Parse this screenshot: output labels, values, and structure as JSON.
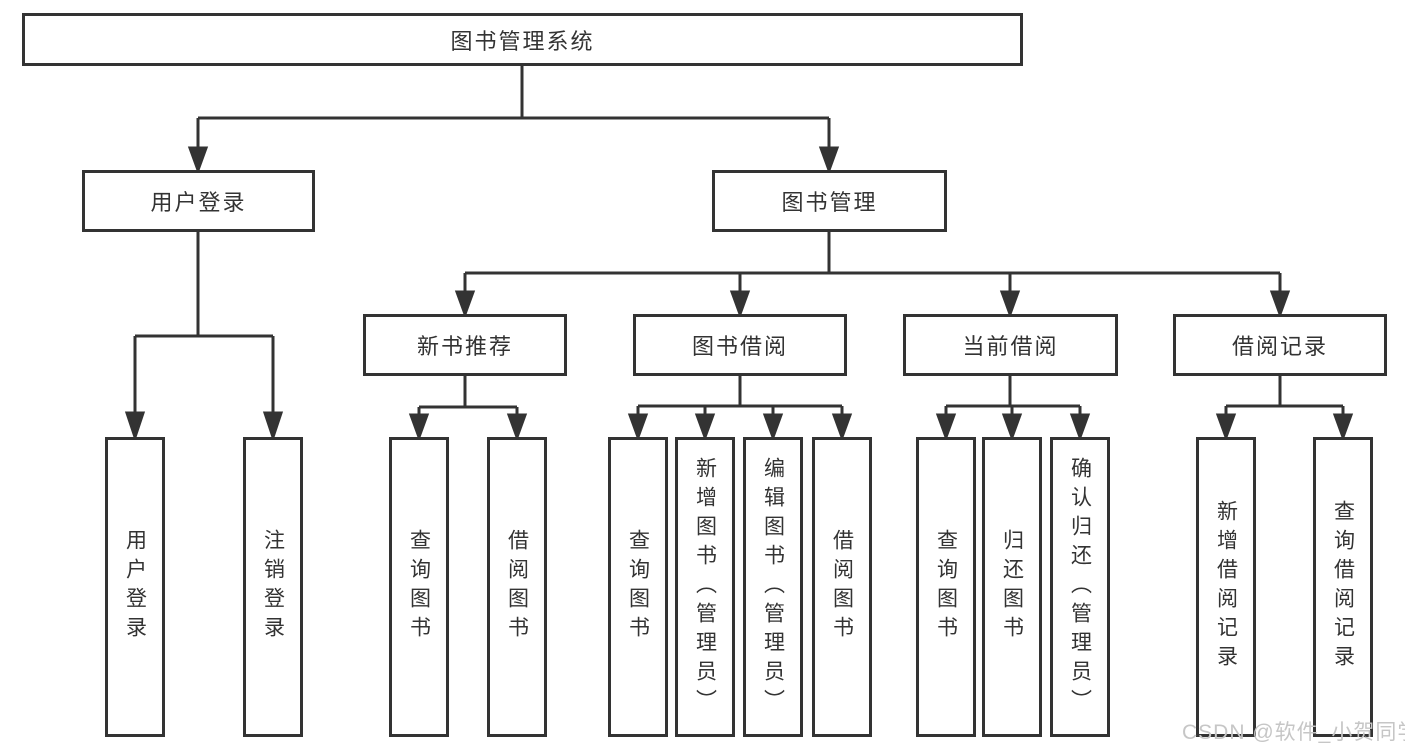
{
  "diagram": {
    "title": "图书管理系统",
    "type": "functional-structure-tree",
    "colors": {
      "line": "#333333",
      "text": "#333333",
      "background": "#ffffff",
      "watermark": "#c6c6c6"
    },
    "watermark": "CSDN @软件_小贺同学"
  },
  "nodes": {
    "root": {
      "label": "图书管理系统"
    },
    "user_login": {
      "label": "用户登录"
    },
    "book_mgmt": {
      "label": "图书管理"
    },
    "new_book_rec": {
      "label": "新书推荐"
    },
    "book_borrow": {
      "label": "图书借阅"
    },
    "current_borrow": {
      "label": "当前借阅"
    },
    "borrow_records": {
      "label": "借阅记录"
    },
    "leaf_user_login": {
      "label": "用户登录"
    },
    "leaf_logout": {
      "label": "注销登录"
    },
    "leaf_rec_query": {
      "label": "查询图书"
    },
    "leaf_rec_borrow": {
      "label": "借阅图书"
    },
    "leaf_bb_query": {
      "label": "查询图书"
    },
    "leaf_bb_add": {
      "label": "新增图书（管理员）"
    },
    "leaf_bb_edit": {
      "label": "编辑图书（管理员）"
    },
    "leaf_bb_borrow": {
      "label": "借阅图书"
    },
    "leaf_cb_query": {
      "label": "查询图书"
    },
    "leaf_cb_return": {
      "label": "归还图书"
    },
    "leaf_cb_confirm": {
      "label": "确认归还（管理员）"
    },
    "leaf_br_add": {
      "label": "新增借阅记录"
    },
    "leaf_br_query": {
      "label": "查询借阅记录"
    }
  },
  "hierarchy": {
    "root": "图书管理系统",
    "children": {
      "用户登录": [
        "用户登录",
        "注销登录"
      ],
      "图书管理": {
        "新书推荐": [
          "查询图书",
          "借阅图书"
        ],
        "图书借阅": [
          "查询图书",
          "新增图书（管理员）",
          "编辑图书（管理员）",
          "借阅图书"
        ],
        "当前借阅": [
          "查询图书",
          "归还图书",
          "确认归还（管理员）"
        ],
        "借阅记录": [
          "新增借阅记录",
          "查询借阅记录"
        ]
      }
    }
  }
}
